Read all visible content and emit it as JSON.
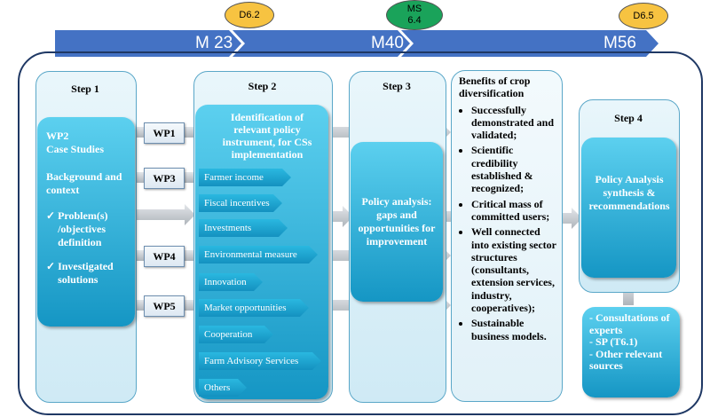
{
  "timeline": {
    "markers": [
      "M 23",
      "M40",
      "M56"
    ],
    "milestones": [
      {
        "label": "D6.2",
        "color": "#f7c341"
      },
      {
        "label": "MS\n6.4",
        "color": "#1aa35a"
      },
      {
        "label": "D6.5",
        "color": "#f7c341"
      }
    ]
  },
  "steps": {
    "step1": {
      "title": "Step 1",
      "box_title": "WP2\nCase Studies",
      "box_sub": "Background and context",
      "checks": [
        "Problem(s) /objectives definition",
        "Investigated solutions"
      ]
    },
    "step2": {
      "title": "Step 2",
      "box_title": "Identification of relevant policy instrument, for CSs implementation",
      "instruments": [
        "Farmer income",
        "Fiscal incentives",
        "Investments",
        "Environmental measure",
        "Innovation",
        "Market opportunities",
        "Cooperation",
        "Farm Advisory Services",
        "Others"
      ]
    },
    "step3": {
      "title": "Step 3",
      "box_text": "Policy analysis: gaps and opportunities for improvement"
    },
    "step4": {
      "title": "Step 4",
      "box_text": "Policy Analysis synthesis & recommendations",
      "sources": [
        "- Consultations of experts",
        "- SP (T6.1)",
        "- Other relevant sources"
      ]
    }
  },
  "wps": [
    "WP1",
    "WP3",
    "WP4",
    "WP5"
  ],
  "benefits": {
    "title": "Benefits of crop diversification",
    "items": [
      "Successfully demonstrated and validated;",
      "Scientific credibility established & recognized;",
      "Critical mass of committed users;",
      "Well connected into existing sector structures (consultants, extension services, industry, cooperatives);",
      "Sustainable business models."
    ]
  }
}
